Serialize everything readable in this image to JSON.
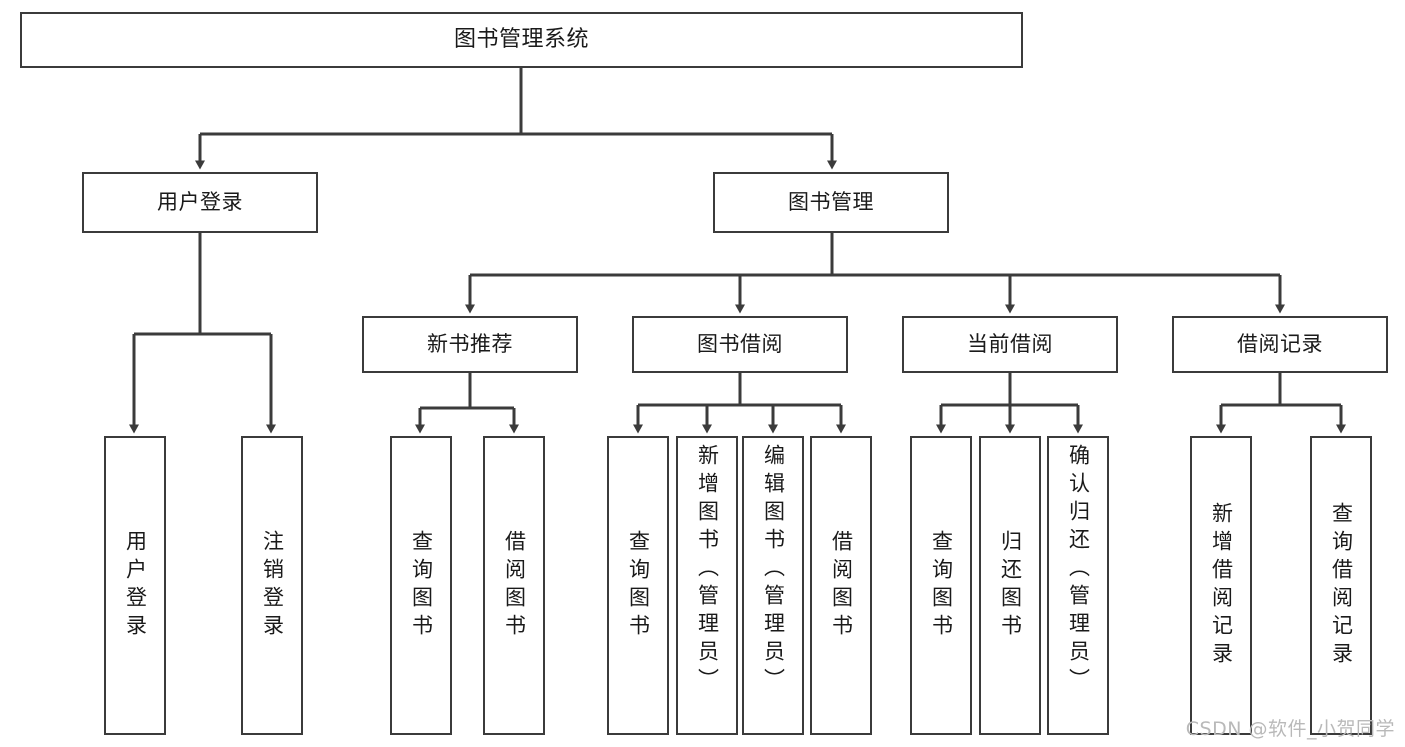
{
  "diagram": {
    "type": "hierarchy-tree",
    "title": "图书管理系统",
    "orientation": "top-down",
    "colors": {
      "background": "#ffffff",
      "node_border": "#3b3b3b",
      "node_fill": "#ffffff",
      "edge": "#3b3b3b",
      "text": "#1a1a1a",
      "watermark": "#b9b9b9"
    },
    "root": {
      "label": "图书管理系统"
    },
    "level2": [
      {
        "id": "user-login",
        "label": "用户登录"
      },
      {
        "id": "book-management",
        "label": "图书管理"
      }
    ],
    "level3": [
      {
        "id": "new-book-recommend",
        "label": "新书推荐",
        "parent": "book-management"
      },
      {
        "id": "book-borrow",
        "label": "图书借阅",
        "parent": "book-management"
      },
      {
        "id": "current-borrow",
        "label": "当前借阅",
        "parent": "book-management"
      },
      {
        "id": "borrow-records",
        "label": "借阅记录",
        "parent": "book-management"
      }
    ],
    "leaves": [
      {
        "id": "leaf-user-login",
        "label": "用户登录",
        "parent": "user-login"
      },
      {
        "id": "leaf-logout-login",
        "label": "注销登录",
        "parent": "user-login"
      },
      {
        "id": "leaf-query-book-1",
        "label": "查询图书",
        "parent": "new-book-recommend"
      },
      {
        "id": "leaf-borrow-book-1",
        "label": "借阅图书",
        "parent": "new-book-recommend"
      },
      {
        "id": "leaf-query-book-2",
        "label": "查询图书",
        "parent": "book-borrow"
      },
      {
        "id": "leaf-add-book",
        "label": "新增图书（管理员）",
        "parent": "book-borrow"
      },
      {
        "id": "leaf-edit-book",
        "label": "编辑图书（管理员）",
        "parent": "book-borrow"
      },
      {
        "id": "leaf-borrow-book-2",
        "label": "借阅图书",
        "parent": "book-borrow"
      },
      {
        "id": "leaf-query-book-3",
        "label": "查询图书",
        "parent": "current-borrow"
      },
      {
        "id": "leaf-return-book",
        "label": "归还图书",
        "parent": "current-borrow"
      },
      {
        "id": "leaf-confirm-return",
        "label": "确认归还（管理员）",
        "parent": "current-borrow"
      },
      {
        "id": "leaf-add-record",
        "label": "新增借阅记录",
        "parent": "borrow-records"
      },
      {
        "id": "leaf-query-record",
        "label": "查询借阅记录",
        "parent": "borrow-records"
      }
    ]
  },
  "watermark": {
    "text": "CSDN @软件_小贺同学"
  }
}
